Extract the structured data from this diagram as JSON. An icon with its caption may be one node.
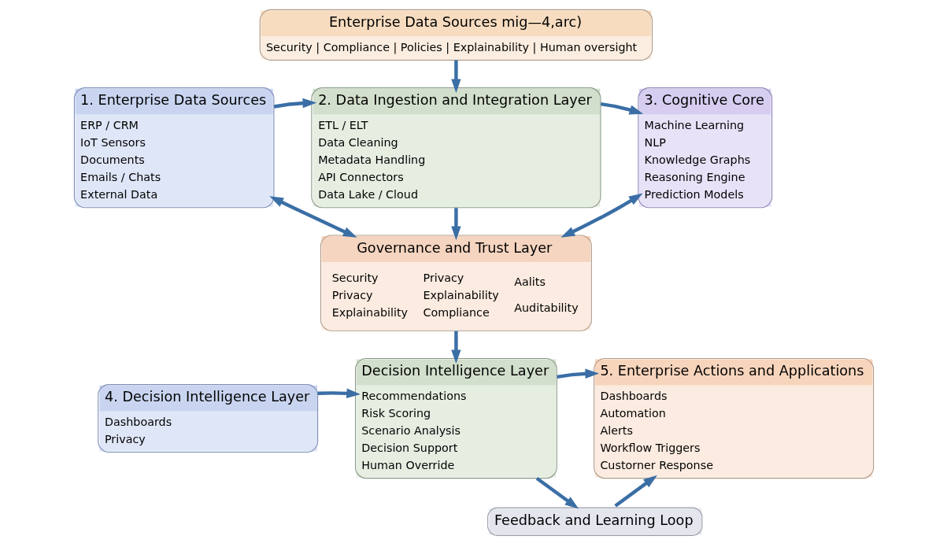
{
  "diagram": {
    "nodes": [
      {
        "text": [
          "Enterprise Data Sources mig—4,arc)",
          "Security | Compliance | Policies | Explainability | Human oversight"
        ]
      },
      {
        "text": [
          "1. Enterprise Data Sources",
          "ERP / CRM",
          "IoT Sensors",
          "Documents",
          "Emails / Chats",
          "External Data"
        ]
      },
      {
        "text": [
          "2. Data Ingestion and Integration Layer",
          "ETL / ELT",
          "Data Cleaning",
          "Metadata Handling",
          "API Connectors",
          "Data Lake / Cloud"
        ]
      },
      {
        "text": [
          "3. Cognitive Core",
          "Machine Learning",
          "NLP",
          "Knowledge Graphs",
          "Reasoning Engine",
          "Prediction Models"
        ]
      },
      {
        "text": [
          "Governance and Trust Layer",
          "Security",
          "Privacy",
          "Explainability",
          "Privacy",
          "Explainability",
          "Compliance",
          "Aalits",
          "Auditability"
        ]
      },
      {
        "text": [
          "4. Decision Intelligence Layer",
          "Dashboards",
          "Privacy"
        ]
      },
      {
        "text": [
          "Decision Intelligence Layer",
          "Recommendations",
          "Risk Scoring",
          "Scenario Analysis",
          "Decision Support",
          "Human Override"
        ]
      },
      {
        "text": [
          "5. Enterprise Actions and Applications",
          "Dashboards",
          "Automation",
          "Alerts",
          "Workflow Triggers",
          "Custorner Response"
        ]
      },
      {
        "text": [
          "Feedback and Learning Loop"
        ]
      }
    ],
    "edges": [
      {
        "from": 0,
        "to": 2,
        "arrow": "to"
      },
      {
        "from": 1,
        "to": 2,
        "arrow": "to"
      },
      {
        "from": 2,
        "to": 3,
        "arrow": "to"
      },
      {
        "from": 2,
        "to": 4,
        "arrow": "to"
      },
      {
        "from": 1,
        "to": 4,
        "arrow": "both"
      },
      {
        "from": 3,
        "to": 4,
        "arrow": "both"
      },
      {
        "from": 4,
        "to": 6,
        "arrow": "to"
      },
      {
        "from": 5,
        "to": 6,
        "arrow": "to"
      },
      {
        "from": 6,
        "to": 7,
        "arrow": "to"
      },
      {
        "from": 6,
        "to": 8,
        "arrow": "to"
      },
      {
        "from": 8,
        "to": 7,
        "arrow": "to"
      }
    ]
  }
}
